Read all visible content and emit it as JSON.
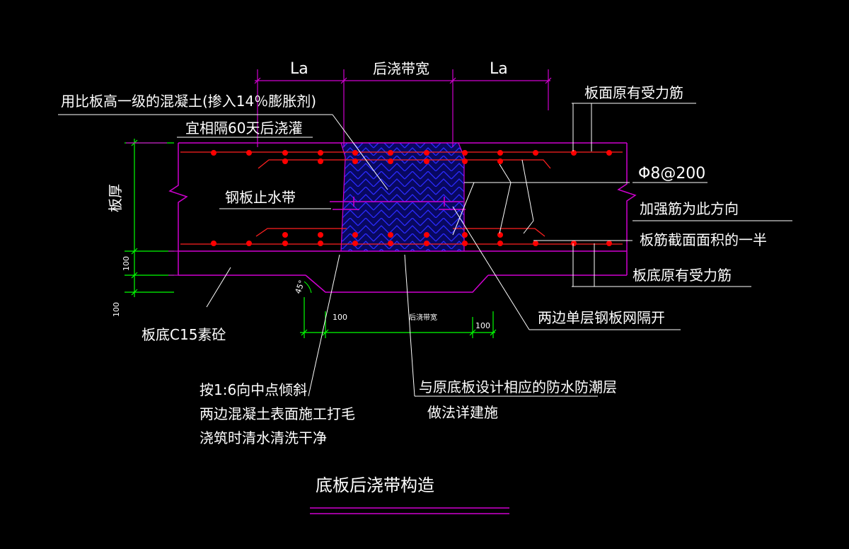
{
  "colors": {
    "background": "#000000",
    "outline": "#d000d0",
    "leader": "#ffffff",
    "rebar": "#ff2020",
    "rebar_dot": "#ff0000",
    "dimension": "#00ff00",
    "concrete": "#1010ff",
    "text": "#ffffff"
  },
  "dims_top": {
    "left": "La",
    "middle": "后浇带宽",
    "right": "La"
  },
  "labels": {
    "concrete_note": "用比板高一级的混凝土(掺入14％膨胀剂)",
    "pour_interval": "宜相隔60天后浇灌",
    "top_rebar": "板面原有受力筋",
    "waterstop": "钢板止水带",
    "slab_thickness": "板厚",
    "rebar_spec": "Φ8@200",
    "extra_rebar_1": "加强筋为此方向",
    "extra_rebar_2": "板筋截面面积的一半",
    "bottom_rebar": "板底原有受力筋",
    "steel_mesh": "两边单层钢板网隔开",
    "base_concrete": "板底C15素砼",
    "dim_100_a": "100",
    "dim_100_b": "100",
    "angle": "45°",
    "bottom_dim_left": "100",
    "bottom_dim_mid": "后浇带宽",
    "bottom_dim_right": "100",
    "slope_note_1": "按1:6向中点倾斜",
    "slope_note_2": "两边混凝土表面施工打毛",
    "slope_note_3": "浇筑时清水清洗干净",
    "waterproof_1": "与原底板设计相应的防水防潮层",
    "waterproof_2": "做法详建施",
    "title": "底板后浇带构造"
  }
}
